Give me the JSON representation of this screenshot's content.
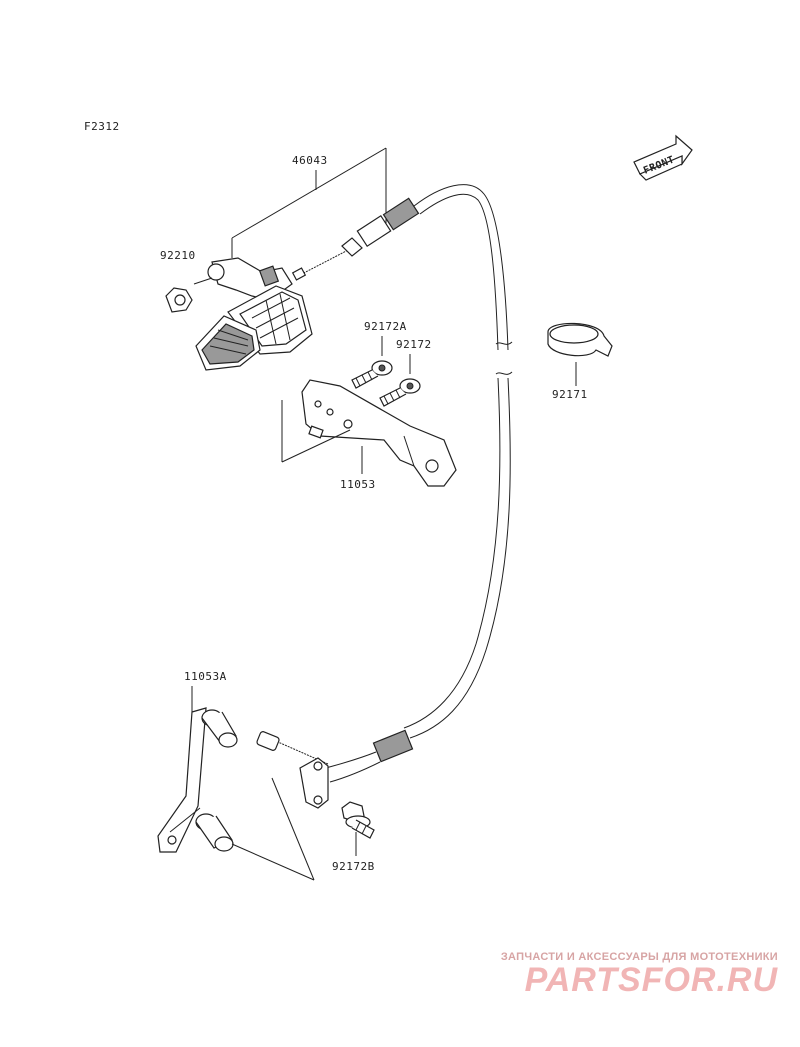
{
  "figure_code": "F2312",
  "front_label": "FRONT",
  "parts": {
    "cable": "46043",
    "nut": "92210",
    "bolt_a": "92172A",
    "bolt": "92172",
    "clamp": "92171",
    "bracket": "11053",
    "lower_bracket": "11053A",
    "bolt_b": "92172B"
  },
  "watermark": {
    "line1": "ЗАПЧАСТИ И АКСЕССУАРЫ ДЛЯ МОТОТЕХНИКИ",
    "logo": "PARTSFOR.RU"
  }
}
